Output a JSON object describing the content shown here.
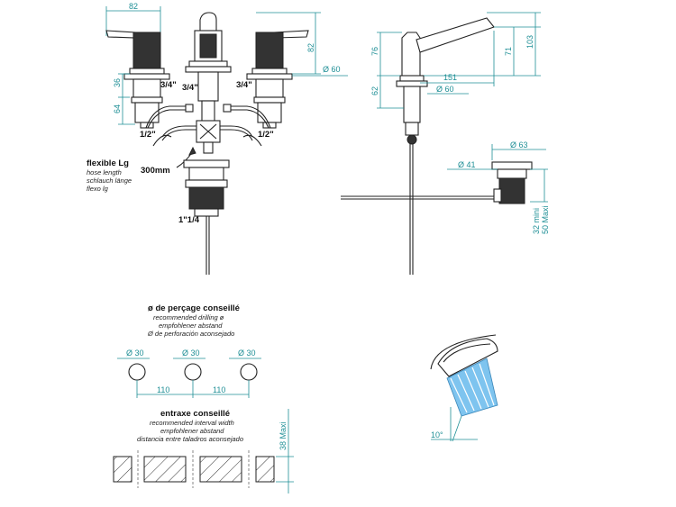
{
  "front_view": {
    "dim_top_width": "82",
    "dim_lever_height": "82",
    "dim_body_diameter": "Ø 60",
    "dim_body_height": "36",
    "dim_shank": "64",
    "thread_left": "3/4\"",
    "thread_center": "3/4\"",
    "thread_right": "3/4\"",
    "inlet_left": "1/2\"",
    "inlet_right": "1/2\"",
    "hose_label": "flexible Lg",
    "hose_en": "hose length",
    "hose_de": "schlauch länge",
    "hose_es": "flexo lg",
    "hose_length": "300mm",
    "waste_thread": "1\"1/4"
  },
  "side_view": {
    "dim_76": "76",
    "dim_62": "62",
    "dim_71": "71",
    "dim_103": "103",
    "dim_151": "151",
    "dim_body_diameter": "Ø 60",
    "dim_waste_top": "Ø 63",
    "dim_waste_inner": "Ø 41",
    "dim_waste_range_min": "32 mini",
    "dim_waste_range_max": "50 Maxi"
  },
  "drilling": {
    "title": "ø de perçage conseillé",
    "title_en": "recommended drilling ø",
    "title_de": "empfohlener abstand",
    "title_es": "Ø de perforación aconsejado",
    "hole_diameter": "Ø 30",
    "spacing_1": "110",
    "spacing_2": "110"
  },
  "interval": {
    "title": "entraxe conseillé",
    "title_en": "recommended interval width",
    "title_de": "empfohlener abstand",
    "title_es": "distancia entre taladros aconsejado",
    "max_thickness": "38 Maxi"
  },
  "spray": {
    "angle": "10°",
    "color": "#7ec4ef"
  }
}
